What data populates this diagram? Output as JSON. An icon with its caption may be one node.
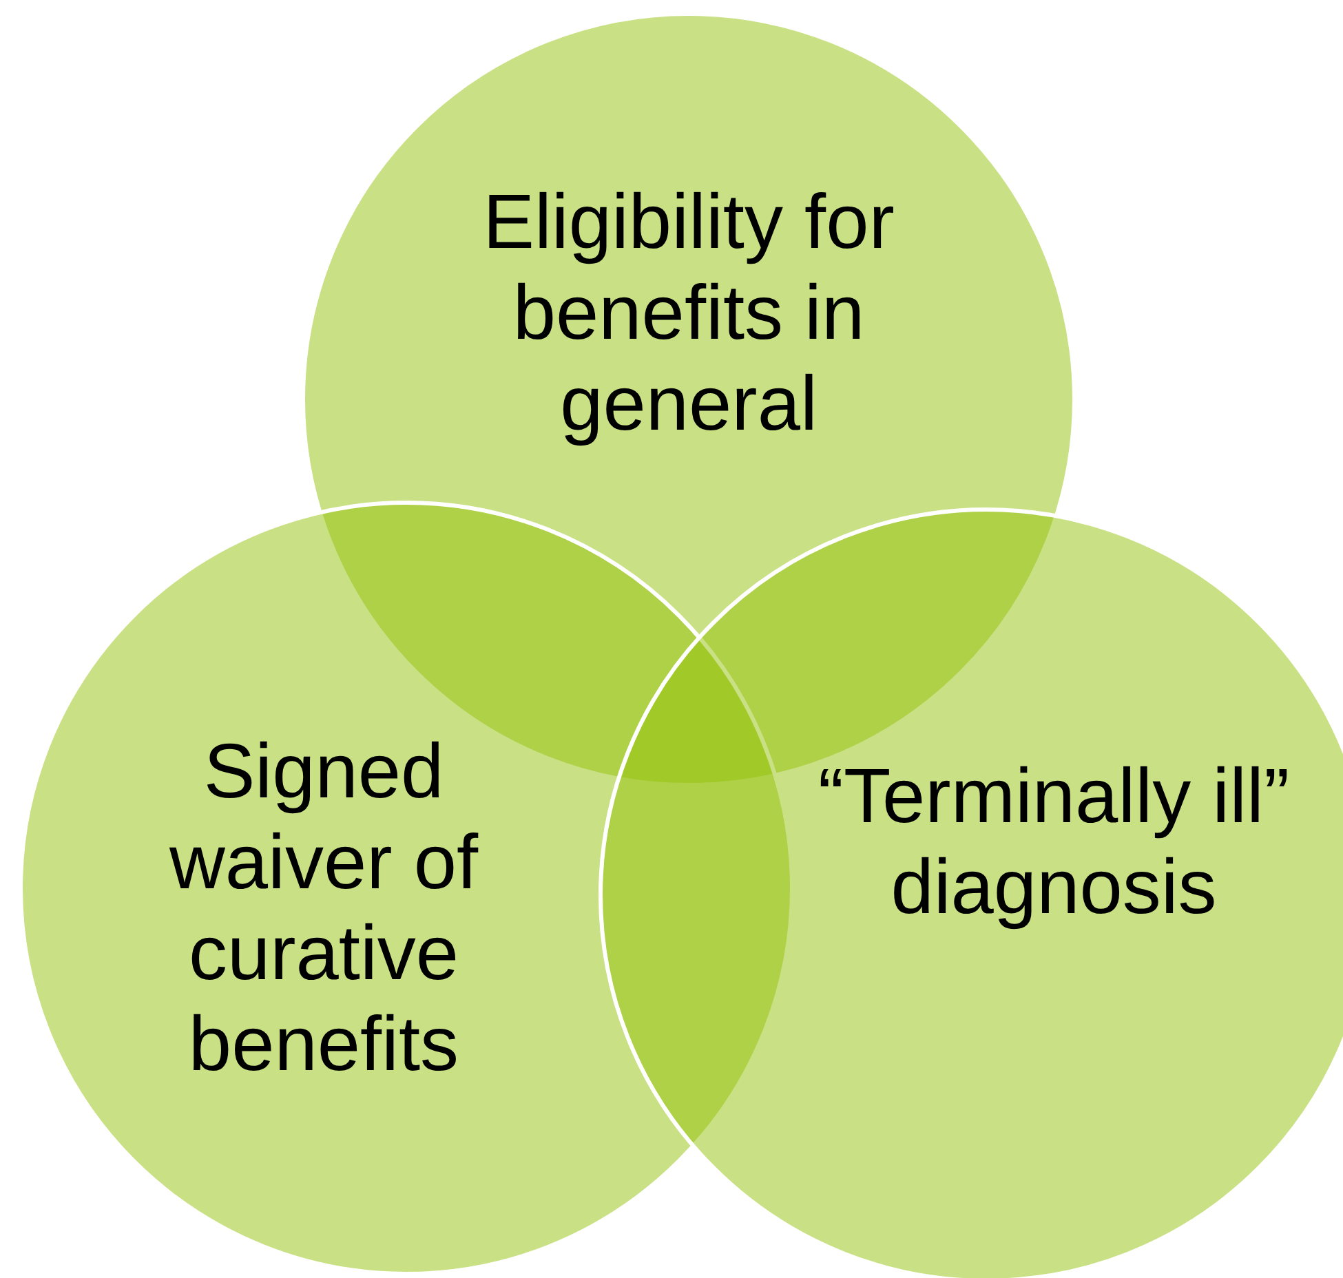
{
  "diagram": {
    "nodes": [
      {
        "text": [
          "Eligibility for benefits in general"
        ]
      },
      {
        "text": [
          "Signed waiver of curative benefits"
        ]
      },
      {
        "text": [
          "“Terminally ill” diagnosis"
        ]
      }
    ]
  }
}
